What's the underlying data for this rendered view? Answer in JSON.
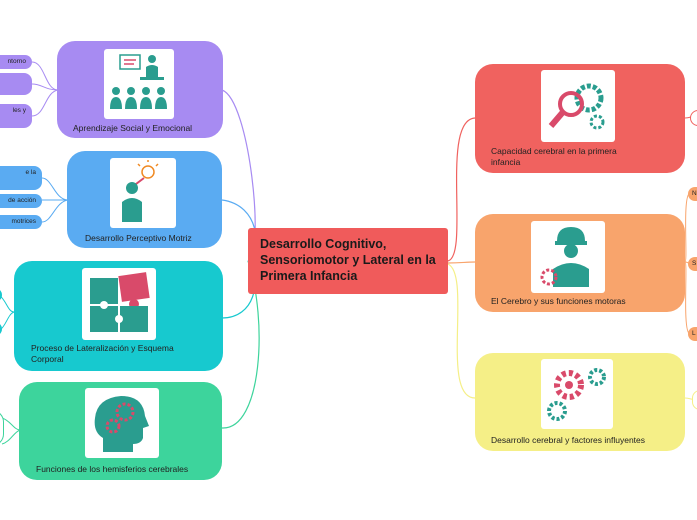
{
  "center": {
    "title": "Desarrollo Cognitivo, Sensoriomotor y Lateral en la Primera Infancia"
  },
  "left_nodes": [
    {
      "label": "Aprendizaje Social y Emocional",
      "color": "#a78bf2",
      "icon": "presentation-audience-icon",
      "children": [
        "ntorno",
        "",
        "les y"
      ]
    },
    {
      "label": "Desarrollo Perceptivo Motriz",
      "color": "#5aabf2",
      "icon": "person-idea-icon",
      "children": [
        "e la",
        "de acción",
        "motrices"
      ]
    },
    {
      "label": "Proceso de Lateralización y Esquema Corporal",
      "color": "#17c9cf",
      "icon": "puzzle-icon",
      "children": []
    },
    {
      "label": "Funciones de los hemisferios cerebrales",
      "color": "#3dd49c",
      "icon": "head-gears-icon",
      "children": []
    }
  ],
  "right_nodes": [
    {
      "label": "Capacidad cerebral en la primera infancia",
      "color": "#f0625f",
      "icon": "magnifier-gear-icon"
    },
    {
      "label": "El Cerebro y sus funciones motoras",
      "color": "#f8a46c",
      "icon": "worker-gear-icon",
      "children": [
        "N",
        "S",
        "L"
      ]
    },
    {
      "label": "Desarrollo cerebral y factores influyentes",
      "color": "#f5ef87",
      "icon": "gears-icon"
    }
  ]
}
